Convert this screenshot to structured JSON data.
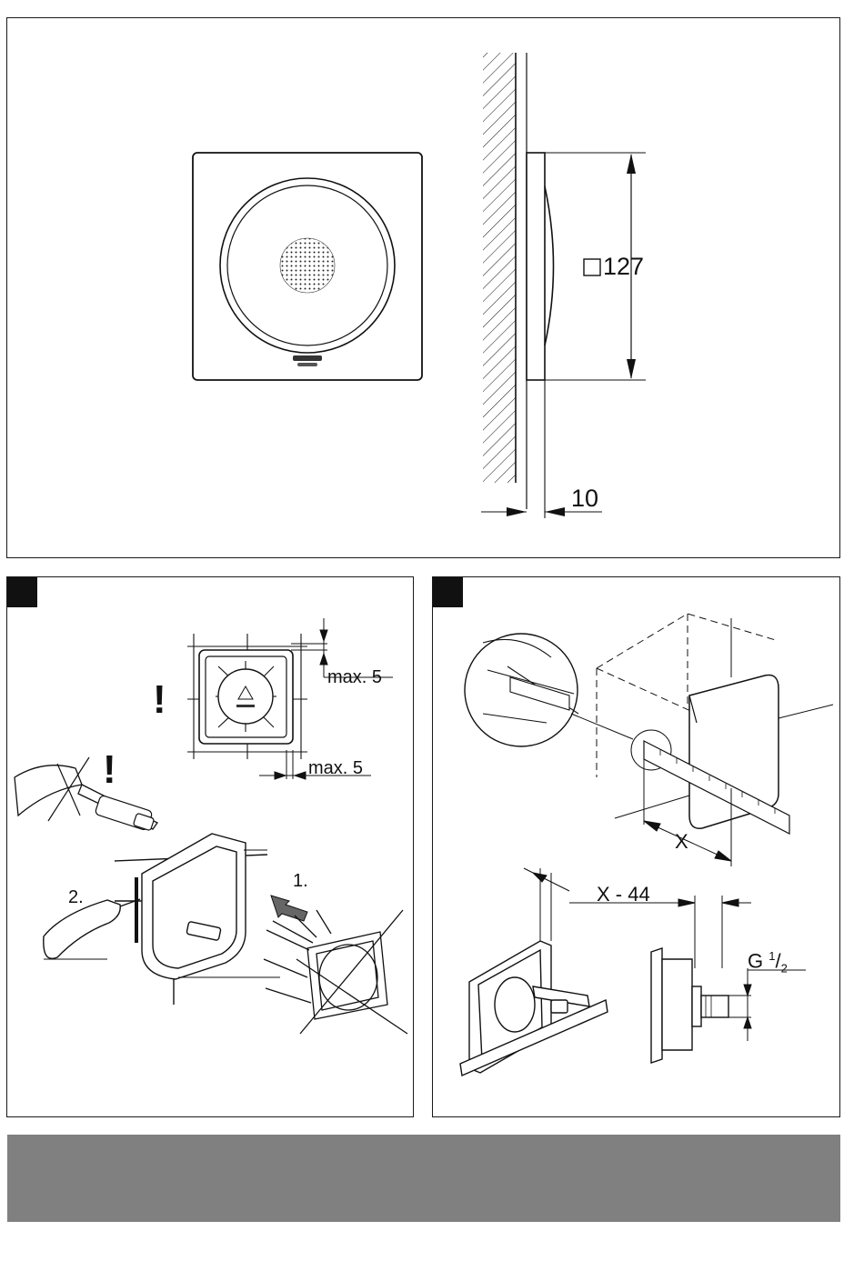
{
  "top_panel": {
    "dimension_size": "127",
    "dimension_depth": "10"
  },
  "left_panel": {
    "max_top": "max. 5",
    "max_bottom": "max. 5",
    "warning_mark": "!",
    "step_1": "1.",
    "step_2": "2."
  },
  "right_panel": {
    "x_label": "X",
    "x_minus_label": "X - 44",
    "thread_g": "G",
    "thread_num": "1",
    "thread_den": "2"
  },
  "colors": {
    "line": "#111111",
    "footer": "#808080",
    "marker": "#111111"
  }
}
